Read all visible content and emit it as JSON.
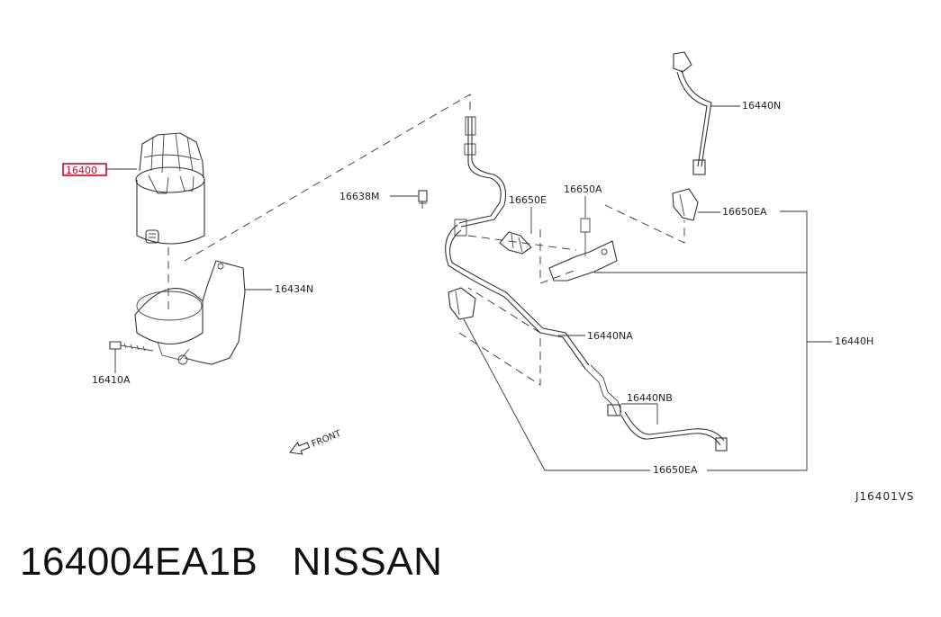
{
  "diagram": {
    "highlighted_part": "16400",
    "callouts": {
      "p16400": "16400",
      "p16434N": "16434N",
      "p16410A": "16410A",
      "p16638M": "16638M",
      "p16650E": "16650E",
      "p16650A": "16650A",
      "p16440N": "16440N",
      "p16650EA_top": "16650EA",
      "p16440H": "16440H",
      "p16440NA": "16440NA",
      "p16440NB": "16440NB",
      "p16650EA_bottom": "16650EA"
    },
    "front_label": "FRONT",
    "diagram_code": "J16401VS",
    "highlight_color": "#e0001b"
  },
  "footer": {
    "part_number": "164004EA1B",
    "brand": "NISSAN"
  }
}
